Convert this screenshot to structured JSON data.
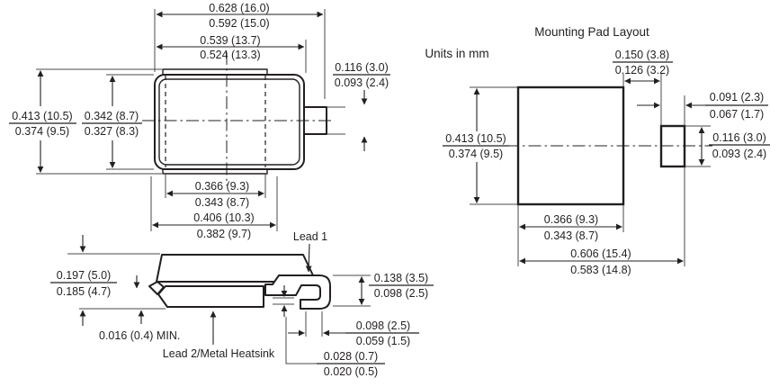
{
  "drawing": {
    "units_note": "Units in mm",
    "top_view": {
      "overall_width": {
        "max": "0.628 (16.0)",
        "min": "0.592 (15.0)"
      },
      "body_width": {
        "max": "0.539 (13.7)",
        "min": "0.524 (13.3)"
      },
      "overall_height": {
        "max": "0.413 (10.5)",
        "min": "0.374 (9.5)"
      },
      "body_height": {
        "max": "0.342 (8.7)",
        "min": "0.327 (8.3)"
      },
      "lead_width": {
        "max": "0.116 (3.0)",
        "min": "0.093 (2.4)"
      },
      "heatsink_width": {
        "max": "0.366 (9.3)",
        "min": "0.343 (8.7)"
      },
      "heatsink_width_outer": {
        "max": "0.406 (10.3)",
        "min": "0.382 (9.7)"
      }
    },
    "side_view": {
      "overall_height": {
        "max": "0.197 (5.0)",
        "min": "0.185 (4.7)"
      },
      "standoff_note": "0.016 (0.4) MIN.",
      "lead1_label": "Lead 1",
      "lead2_label": "Lead 2/Metal Heatsink",
      "lead_bend_height": {
        "max": "0.138 (3.5)",
        "min": "0.098 (2.5)"
      },
      "foot_length": {
        "max": "0.098 (2.5)",
        "min": "0.059 (1.5)"
      },
      "lead_thickness": {
        "max": "0.028 (0.7)",
        "min": "0.020 (0.5)"
      }
    },
    "pad_layout": {
      "title": "Mounting Pad Layout",
      "pad_gap": {
        "max": "0.150 (3.8)",
        "min": "0.126 (3.2)"
      },
      "small_pad_width": {
        "max": "0.091 (2.3)",
        "min": "0.067 (1.7)"
      },
      "large_pad_height": {
        "max": "0.413 (10.5)",
        "min": "0.374 (9.5)"
      },
      "small_pad_height": {
        "max": "0.116 (3.0)",
        "min": "0.093 (2.4)"
      },
      "large_pad_width": {
        "max": "0.366 (9.3)",
        "min": "0.343 (8.7)"
      },
      "overall_width": {
        "max": "0.606 (15.4)",
        "min": "0.583 (14.8)"
      }
    },
    "colors": {
      "line": "#231f20",
      "background": "#ffffff"
    }
  }
}
